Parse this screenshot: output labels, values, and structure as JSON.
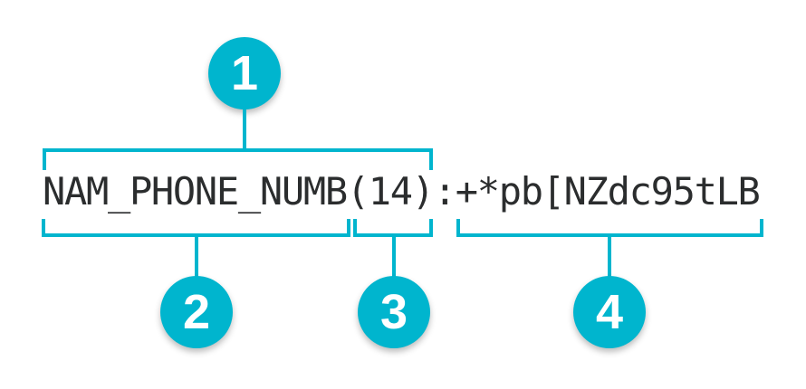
{
  "colors": {
    "accent": "#00b5ce",
    "token_text": "#2b2d2e",
    "badge_number": "#ffffff",
    "background": "#ffffff"
  },
  "token": {
    "text": "NAM_PHONE_NUMB(14):+*pb[NZdc95tLB"
  },
  "callouts": [
    {
      "number": "1",
      "covers": "NAM_PHONE_NUMB(14)",
      "position": "above"
    },
    {
      "number": "2",
      "covers": "NAM_PHONE_NUMB",
      "position": "below"
    },
    {
      "number": "3",
      "covers": "(14)",
      "position": "below"
    },
    {
      "number": "4",
      "covers": "+*pb[NZdc95tLB",
      "position": "below"
    }
  ]
}
